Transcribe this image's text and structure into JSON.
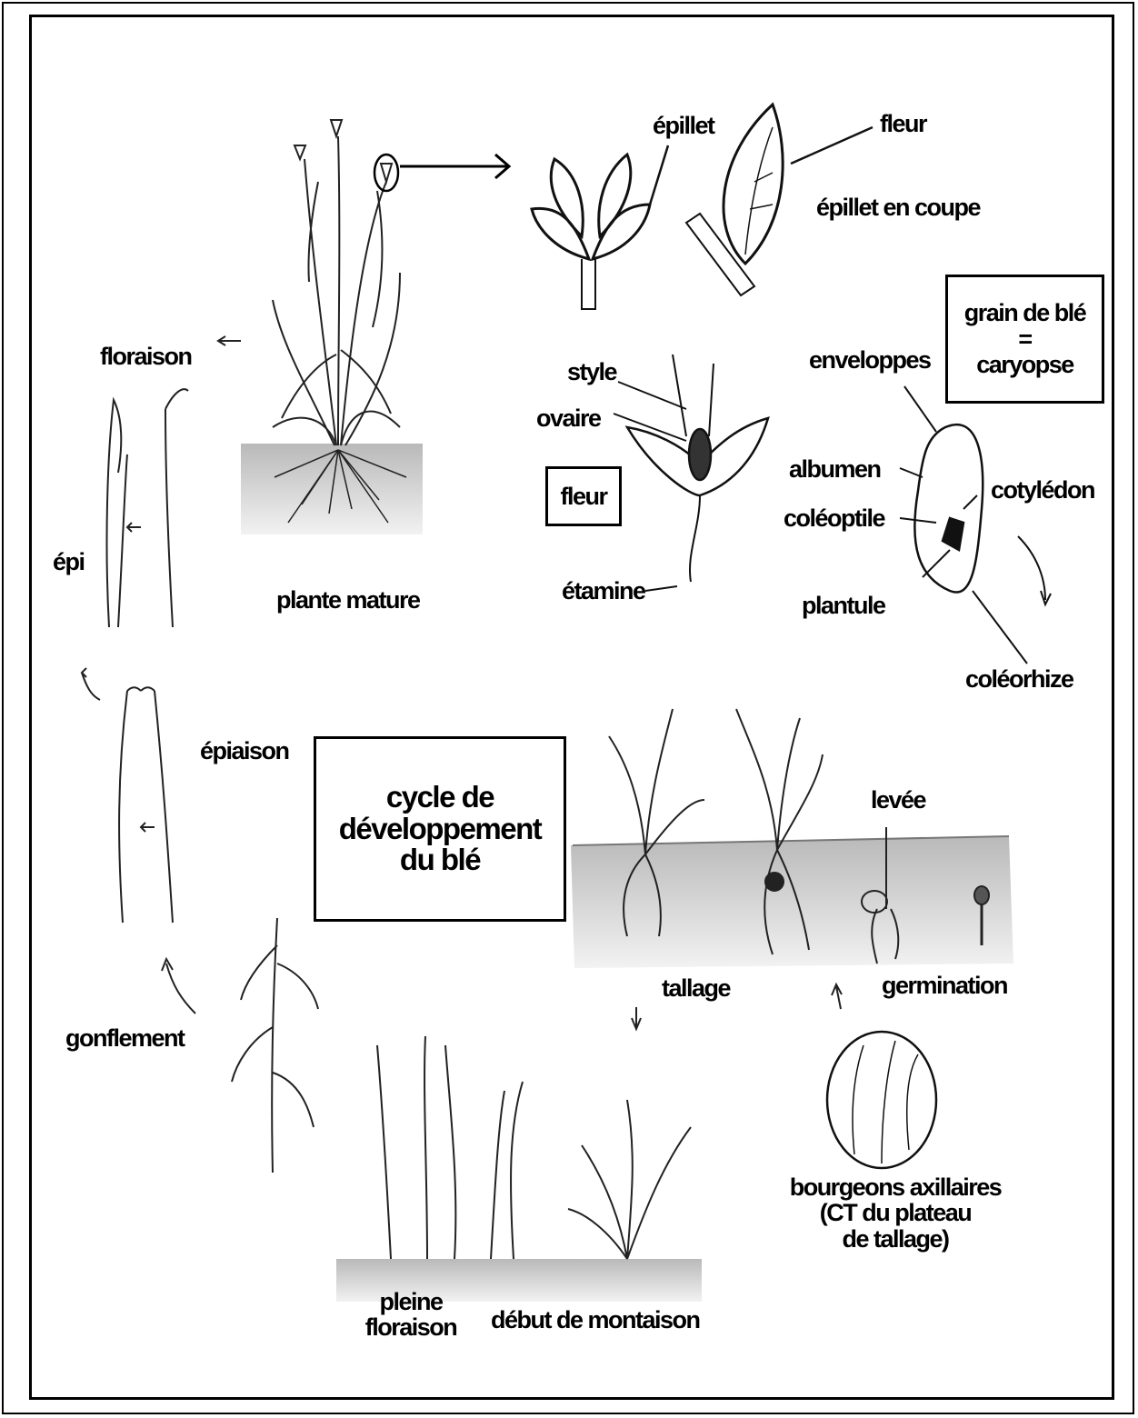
{
  "title": "cycle de développement du blé",
  "title_lines": [
    "cycle de",
    "développement",
    "du blé"
  ],
  "grain_box": {
    "line1": "grain de blé",
    "line2": "=",
    "line3": "caryopse"
  },
  "fleur_box": "fleur",
  "labels": {
    "epillet": "épillet",
    "fleur": "fleur",
    "epillet_en_coupe": "épillet en coupe",
    "floraison": "floraison",
    "plante_mature": "plante mature",
    "style": "style",
    "ovaire": "ovaire",
    "etamine": "étamine",
    "enveloppes": "enveloppes",
    "albumen": "albumen",
    "coleoptile": "coléoptile",
    "cotyledon": "cotylédon",
    "plantule": "plantule",
    "coleorhize": "coléorhize",
    "epi": "épi",
    "epiaison": "épiaison",
    "levee": "levée",
    "tallage": "tallage",
    "germination": "germination",
    "gonflement": "gonflement",
    "bourgeons": [
      "bourgeons axillaires",
      "(CT du plateau",
      "de tallage)"
    ],
    "pleine_floraison": [
      "pleine",
      "floraison"
    ],
    "debut_montaison": "début de montaison"
  }
}
